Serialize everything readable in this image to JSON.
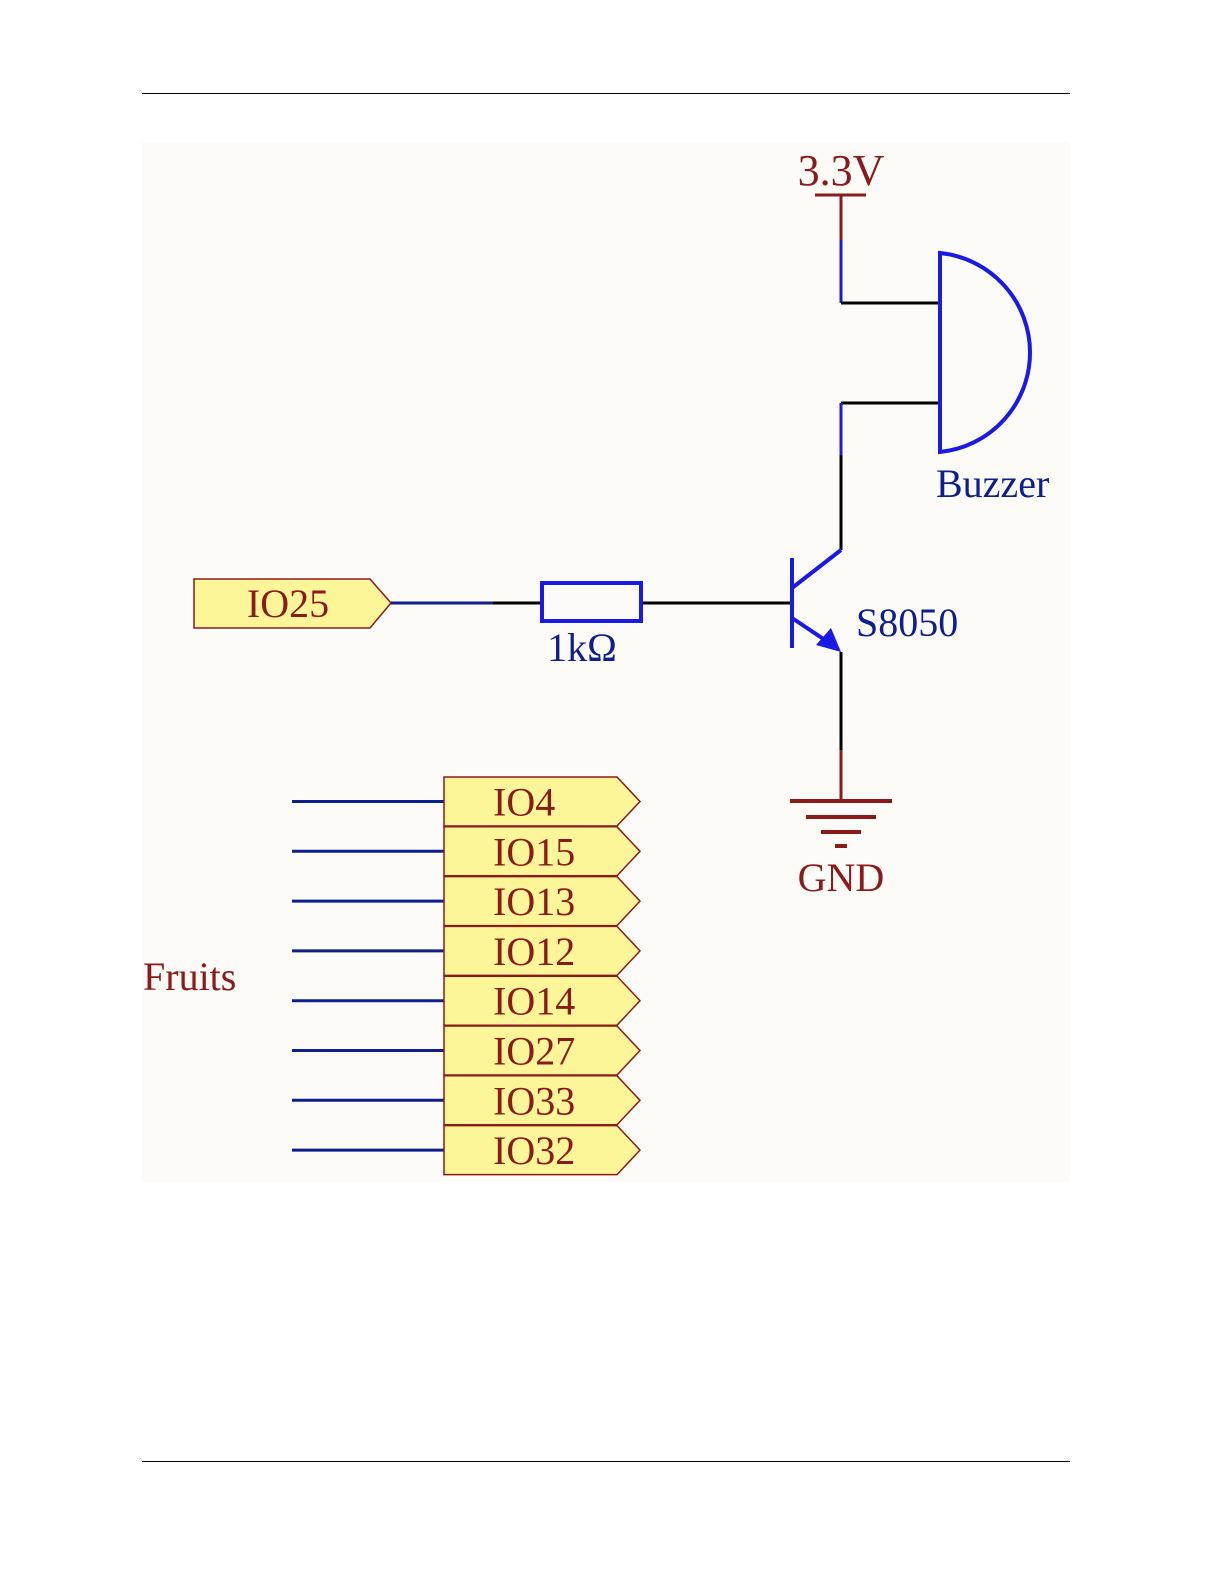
{
  "colors": {
    "background": "#fdfbf8",
    "wire_black": "#000000",
    "wire_blue": "#1c1cd8",
    "net_dark_blue": "#0d1f8c",
    "power_red": "#8b1a1a",
    "port_fill": "#fdf699",
    "port_stroke": "#8b1a1a",
    "component_blue": "#1a1ae6"
  },
  "power": {
    "vcc_label": "3.3V",
    "gnd_label": "GND"
  },
  "components": {
    "buzzer_label": "Buzzer",
    "transistor_label": "S8050",
    "resistor_label": "1kΩ"
  },
  "input_port": {
    "label": "IO25"
  },
  "fruits": {
    "label": "Fruits",
    "ports": [
      "IO4",
      "IO15",
      "IO13",
      "IO12",
      "IO14",
      "IO27",
      "IO33",
      "IO32"
    ]
  }
}
